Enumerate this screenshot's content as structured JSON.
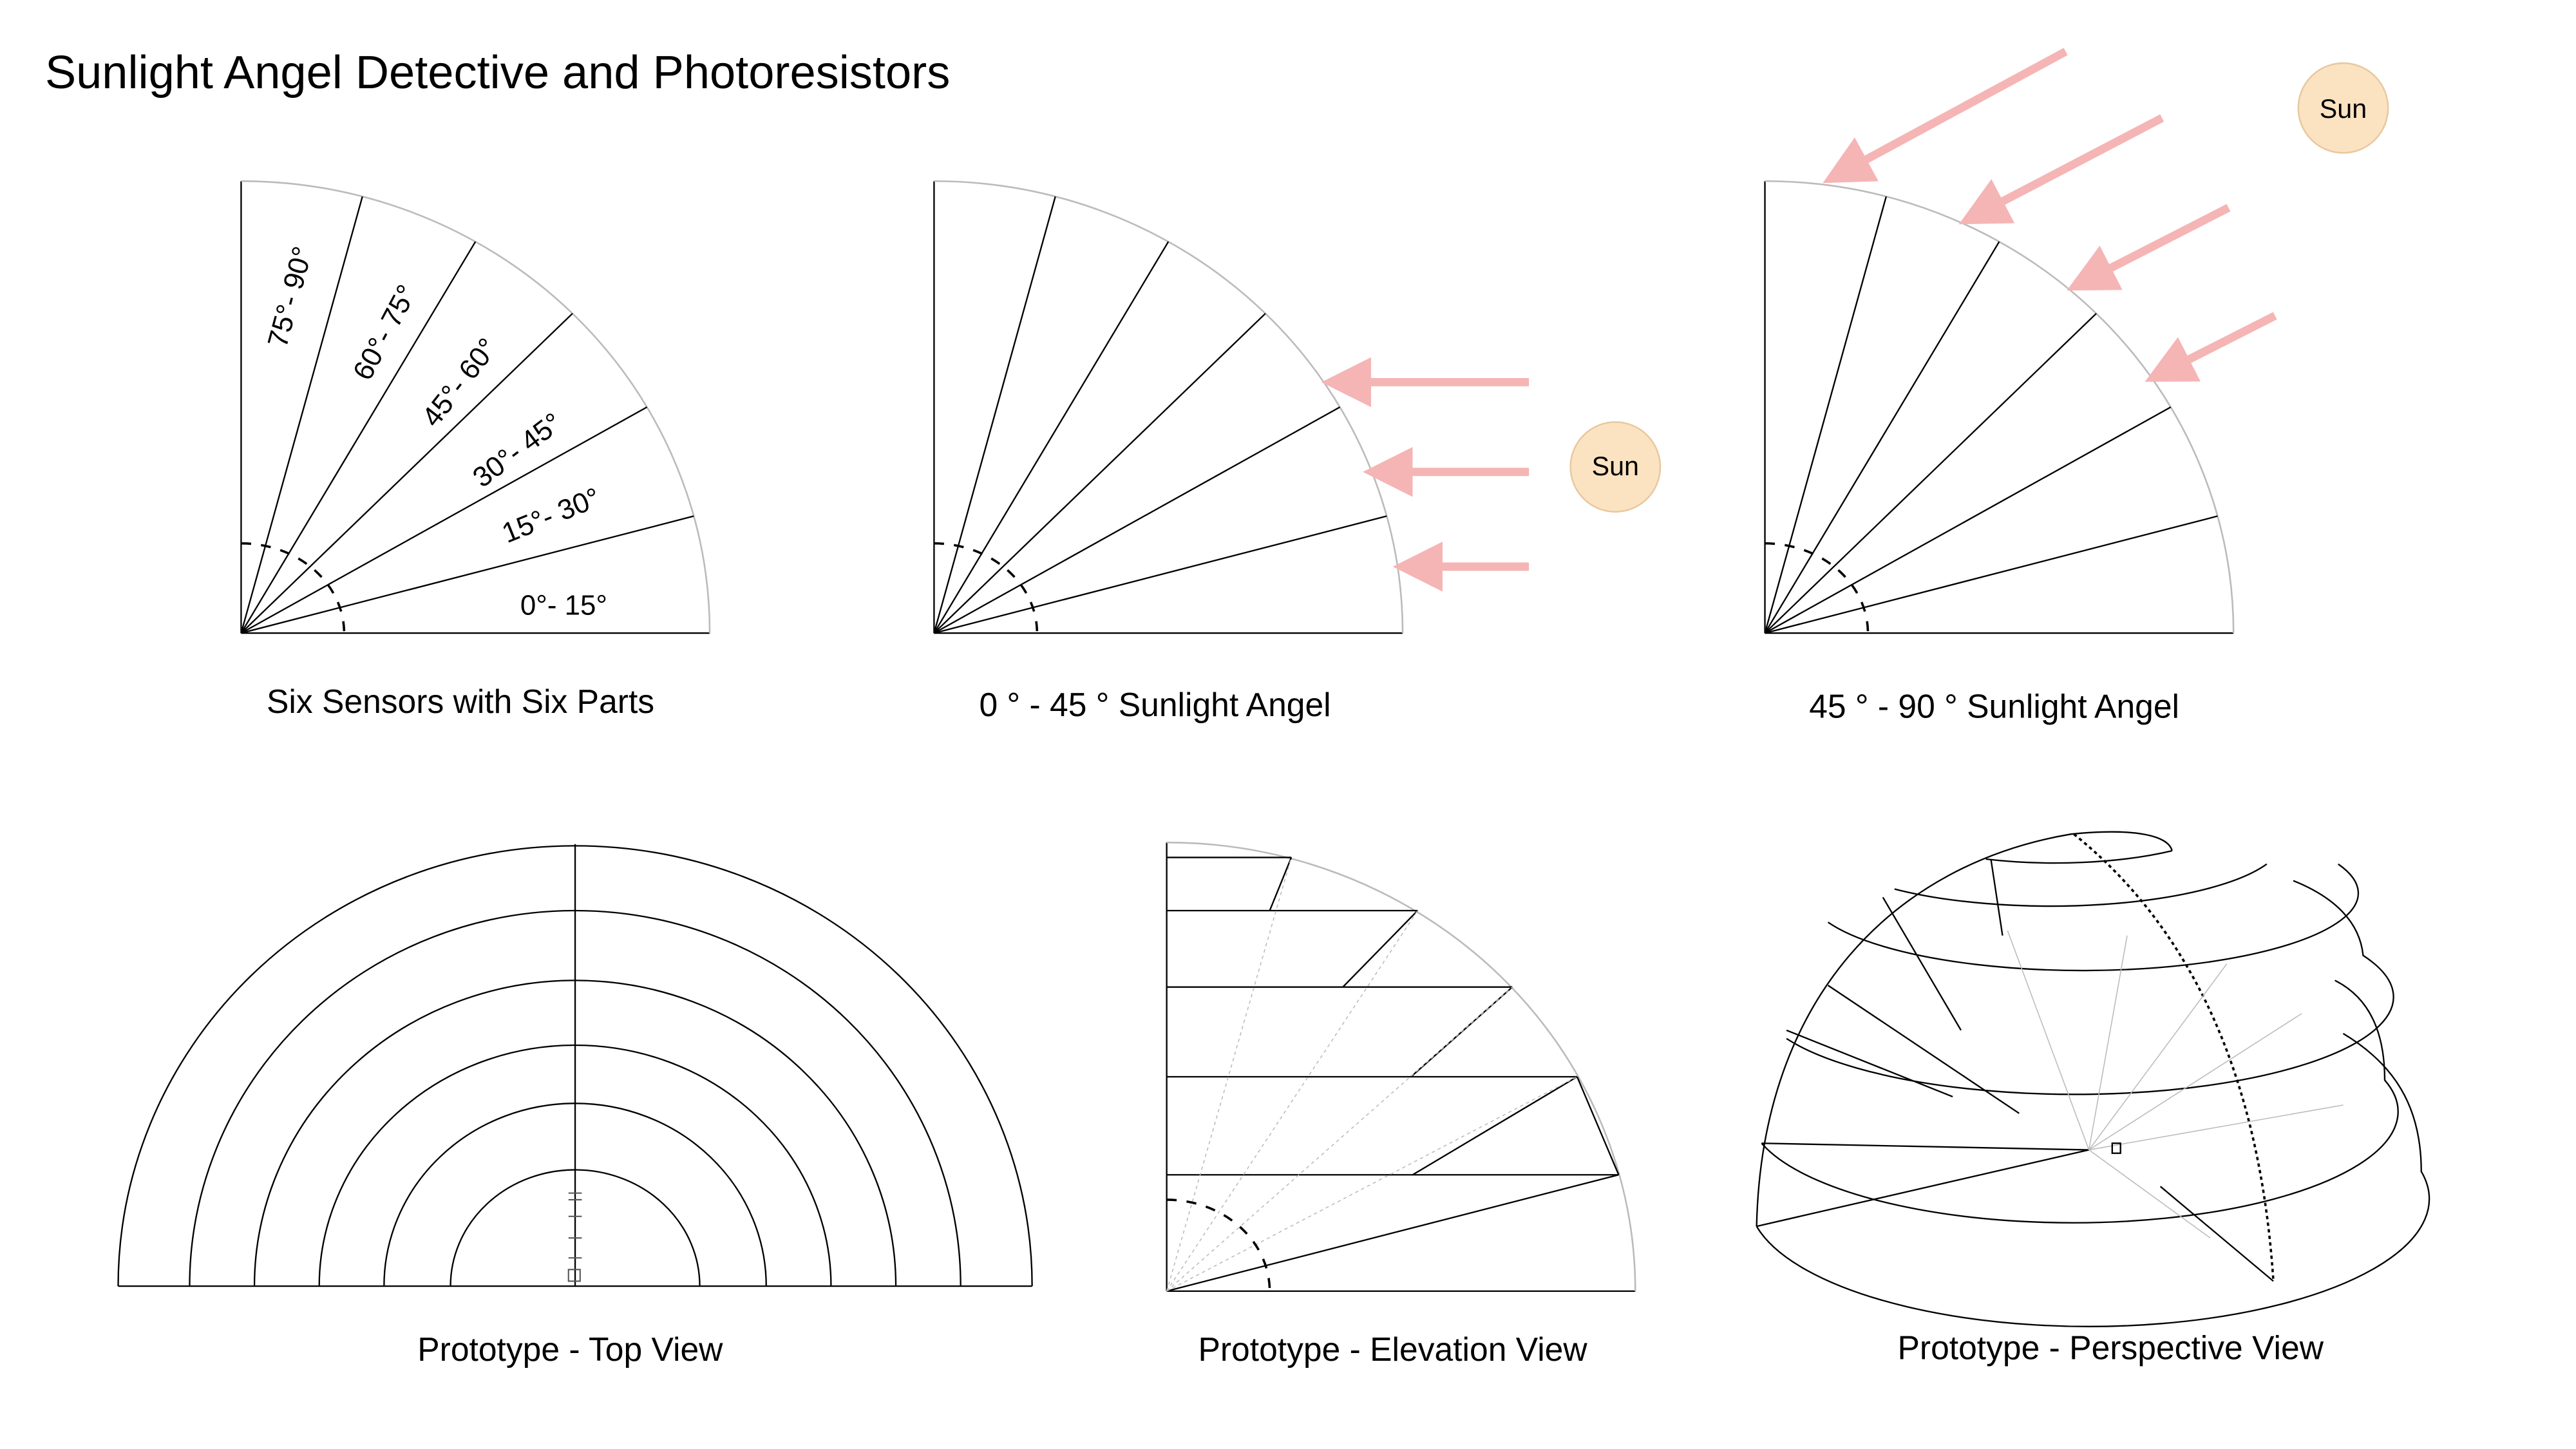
{
  "title": "Sunlight Angel Detective and Photoresistors",
  "colors": {
    "arrow": "#f5b5b5",
    "sun": "#fbe3c2"
  },
  "diagrams": {
    "sectors": {
      "caption": "Six Sensors with Six Parts",
      "labels": [
        "0°- 15°",
        "15°- 30°",
        "30°- 45°",
        "45°- 60°",
        "60°- 75°",
        "75°- 90°"
      ]
    },
    "low_angle": {
      "caption": "0 ° - 45 ° Sunlight Angel",
      "sun": "Sun"
    },
    "high_angle": {
      "caption": "45 ° - 90 ° Sunlight Angel",
      "sun": "Sun"
    },
    "top_view": {
      "caption": "Prototype - Top View"
    },
    "elevation_view": {
      "caption": "Prototype - Elevation View"
    },
    "perspective_view": {
      "caption": "Prototype - Perspective View"
    }
  }
}
